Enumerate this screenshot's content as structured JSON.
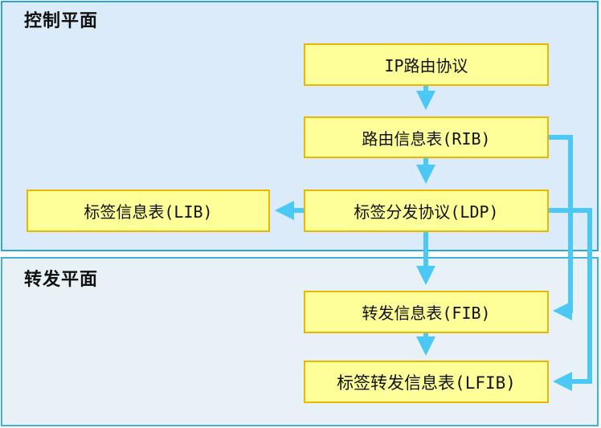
{
  "planes": {
    "control": "控制平面",
    "forwarding": "转发平面"
  },
  "boxes": {
    "ip_routing": "IP路由协议",
    "rib": "路由信息表(RIB)",
    "ldp": "标签分发协议(LDP)",
    "lib": "标签信息表(LIB)",
    "fib": "转发信息表(FIB)",
    "lfib": "标签转发信息表(LFIB)"
  },
  "colors": {
    "arrow": "#4cc8f4",
    "box_fill": "#ffff99",
    "box_border": "#e8b800",
    "plane_border": "#29a8e0"
  }
}
